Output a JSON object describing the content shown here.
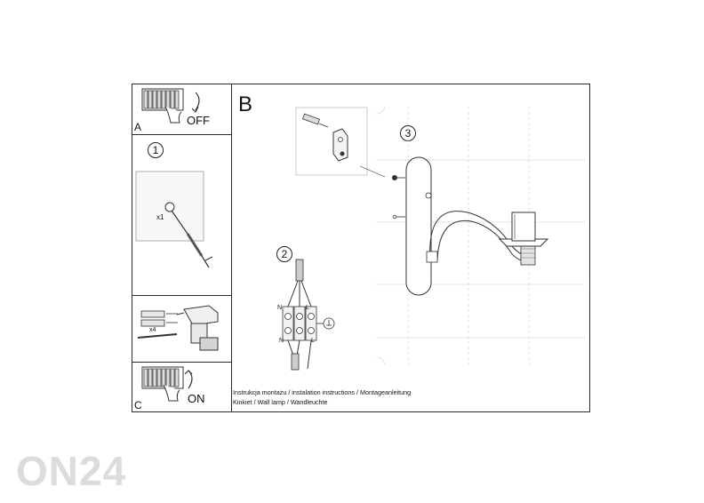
{
  "panel_a": {
    "letter": "A",
    "label": "OFF"
  },
  "panel_b": {
    "letter": "B"
  },
  "panel_c": {
    "letter": "C",
    "label": "ON"
  },
  "steps": {
    "one": "1",
    "two": "2",
    "three": "3"
  },
  "step1": {
    "count": "x1"
  },
  "tools": {
    "count": "x4"
  },
  "wiring": {
    "n_top": "N",
    "l_top": "L",
    "n_bottom": "N",
    "l_bottom": "L"
  },
  "caption": {
    "line1": "Instrukcja montażu / instalation instructions / Montageanleitung",
    "line2": "Kinkiet / Wall lamp / Wandleuchte"
  },
  "watermark": "ON24"
}
